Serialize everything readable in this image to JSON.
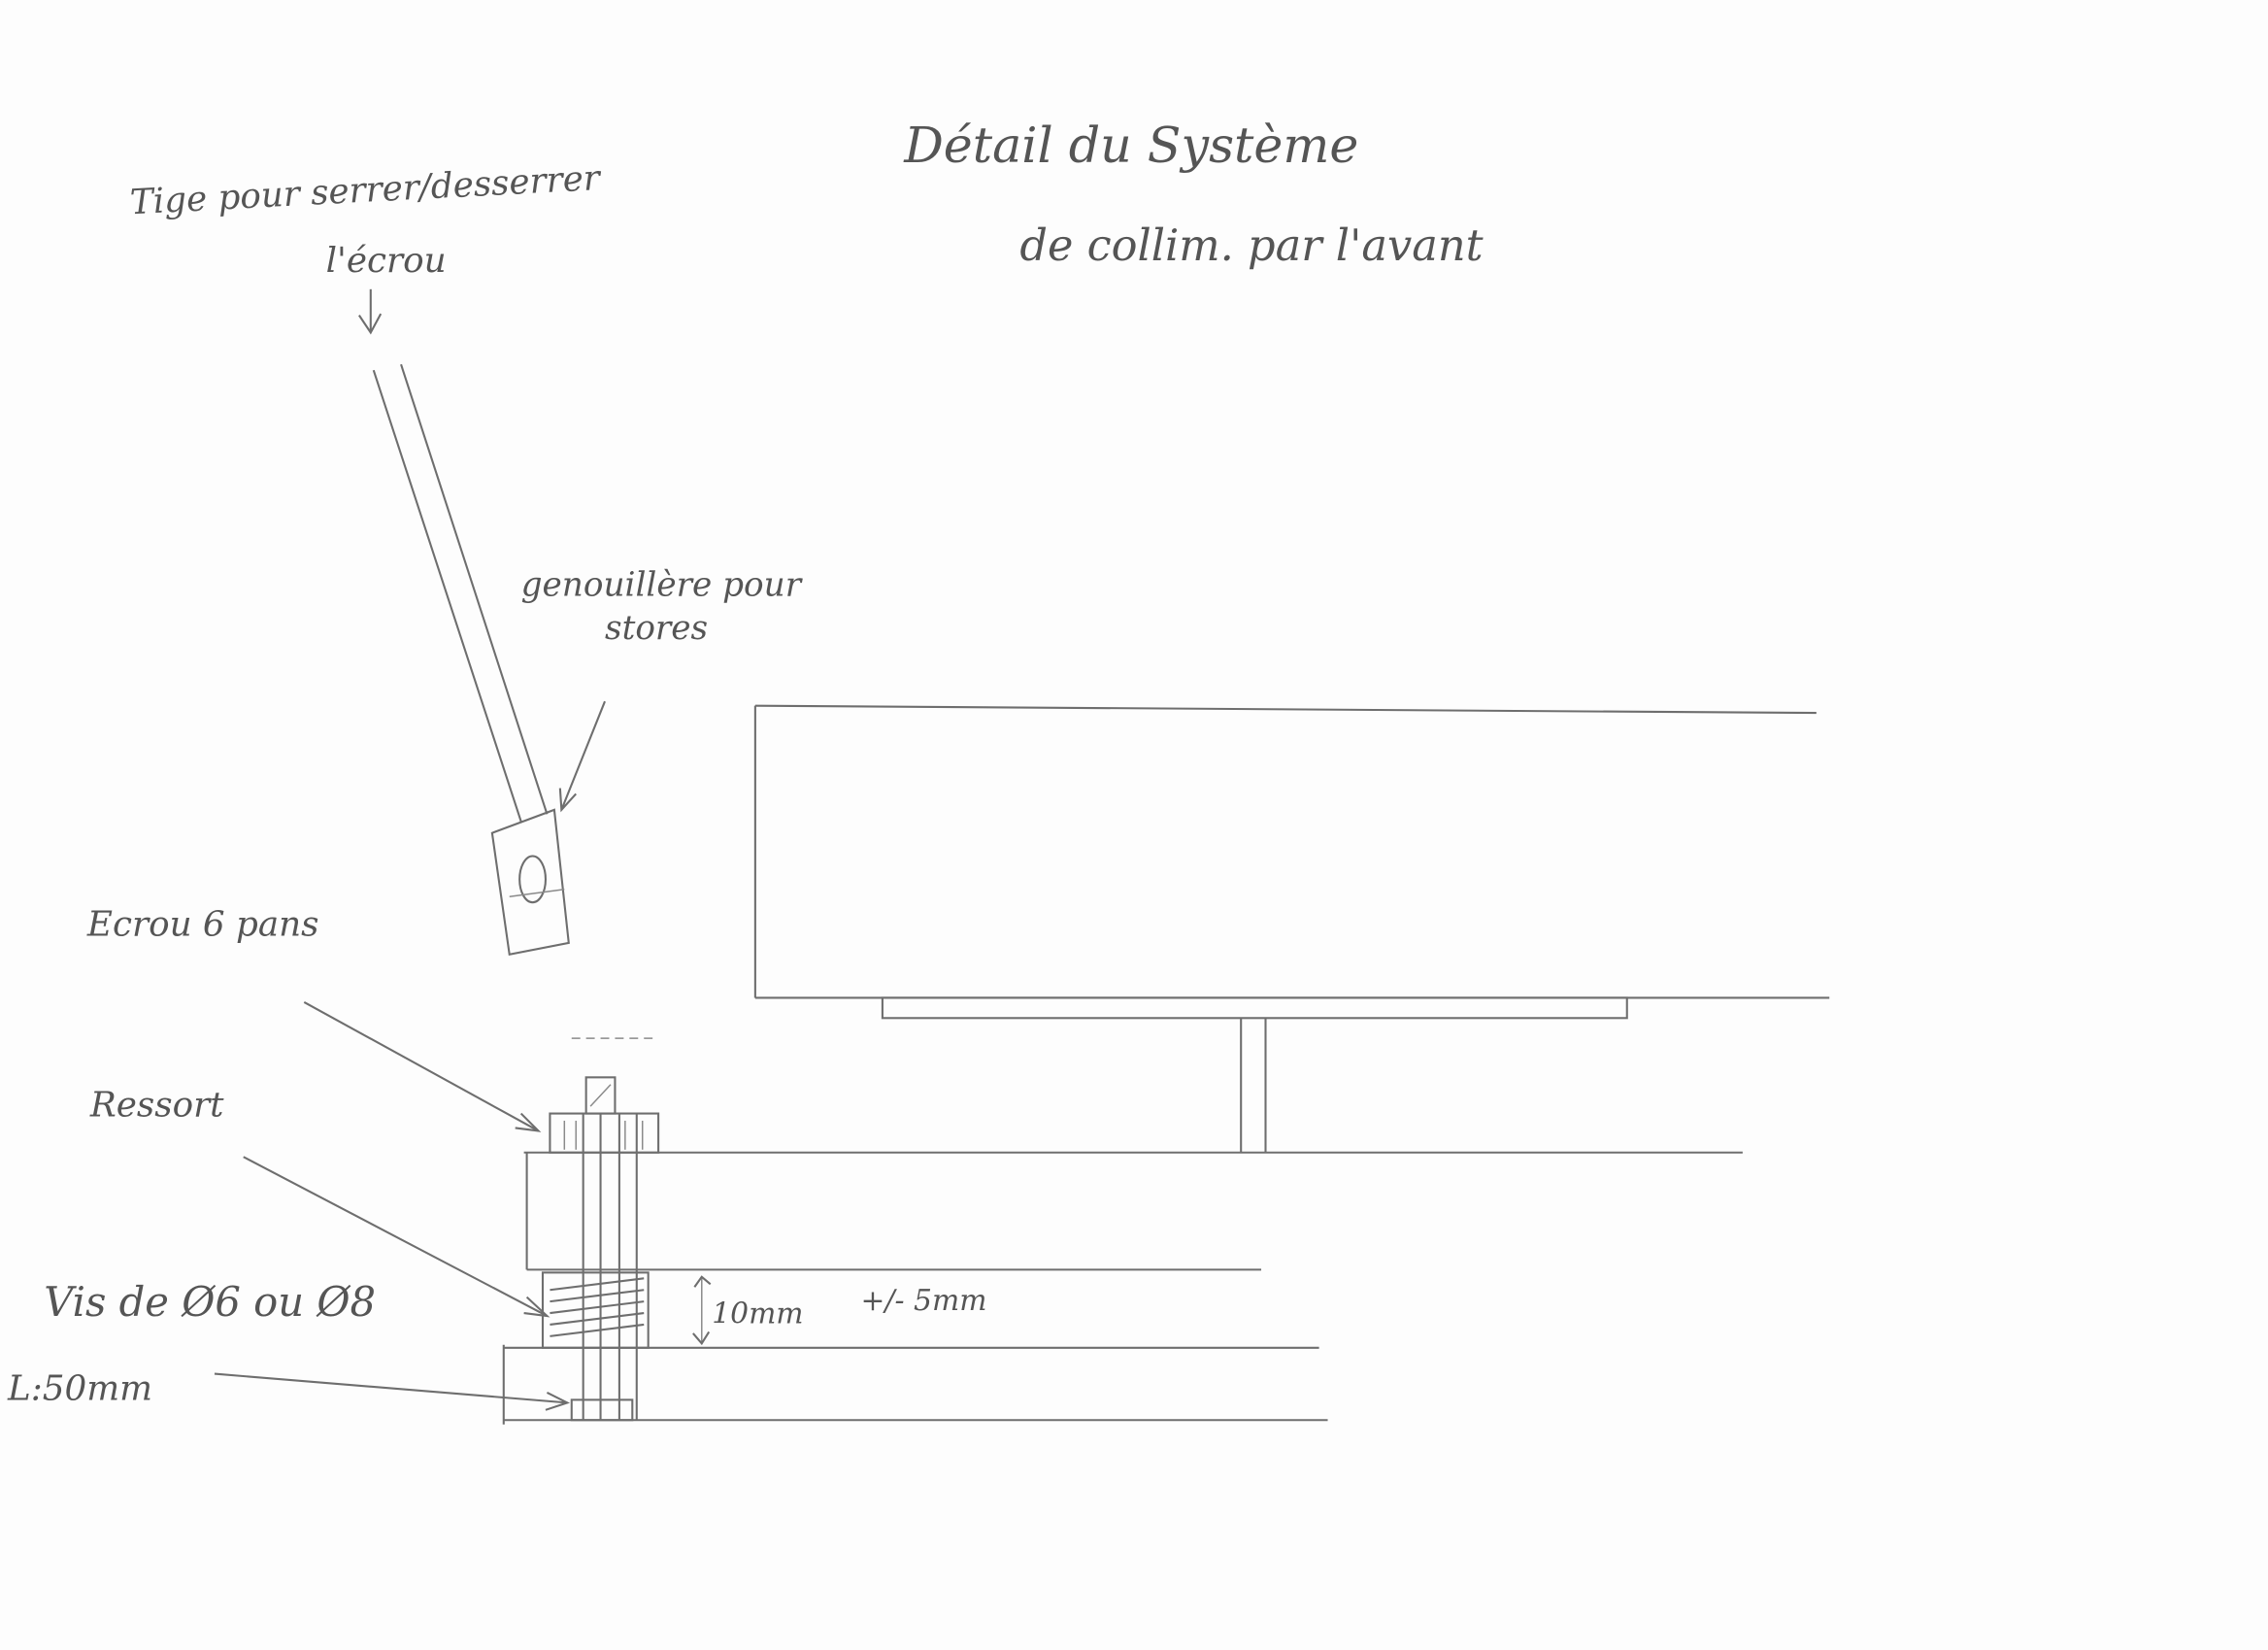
{
  "title": {
    "line1": "Détail du Système",
    "line2": "de collim. par l'avant"
  },
  "labels": {
    "tige_line1": "Tige pour serrer/desserrer",
    "tige_line2": "l'écrou",
    "genouillere_line1": "genouillère pour",
    "genouillere_line2": "stores",
    "ecrou": "Ecrou 6 pans",
    "ressort": "Ressort",
    "vis": "Vis de Ø6 ou Ø8",
    "longueur": "L:50mm",
    "spacing": "10mm",
    "tolerance": "+/- 5mm"
  },
  "colors": {
    "pencil": "#6e6e6e",
    "paper": "#fdfdfd"
  }
}
